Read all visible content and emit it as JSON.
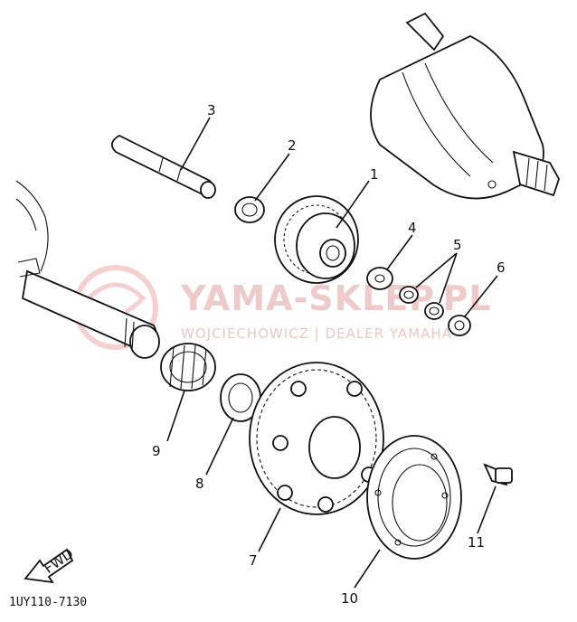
{
  "watermark": {
    "brand": "YAMA-SKLEP.PL",
    "dealer": "WOJCIECHOWICZ | DEALER YAMAHA"
  },
  "diagram_code": "1UY110-7130",
  "fwd_label": "FWD",
  "callouts": [
    "1",
    "2",
    "3",
    "4",
    "5",
    "6",
    "7",
    "8",
    "9",
    "10",
    "11"
  ]
}
